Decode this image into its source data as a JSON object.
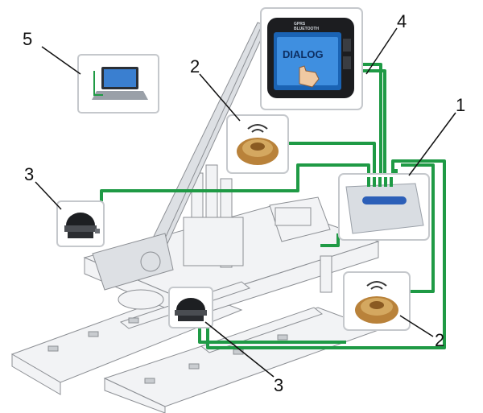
{
  "colors": {
    "cable": "#1f9a45",
    "hull": "#f2f3f5",
    "hull_stroke": "#8c8f94",
    "crane": "#dde0e4",
    "callout_bg": "#ffffff",
    "dialog_screen": "#1a63b4",
    "gauge_gold": "#b9823a"
  },
  "callouts": {
    "c1": "1",
    "c2a": "2",
    "c2b": "2",
    "c3a": "3",
    "c3b": "3",
    "c4": "4",
    "c5": "5"
  },
  "dialog_device": {
    "brand": "DIALOG",
    "header": "GPRS\nBLUETOOTH"
  },
  "icons": [
    "laptop-icon",
    "dialog-terminal-icon",
    "wireless-sensor-icon",
    "dome-camera-icon",
    "control-unit-icon",
    "touch-hand-icon"
  ]
}
